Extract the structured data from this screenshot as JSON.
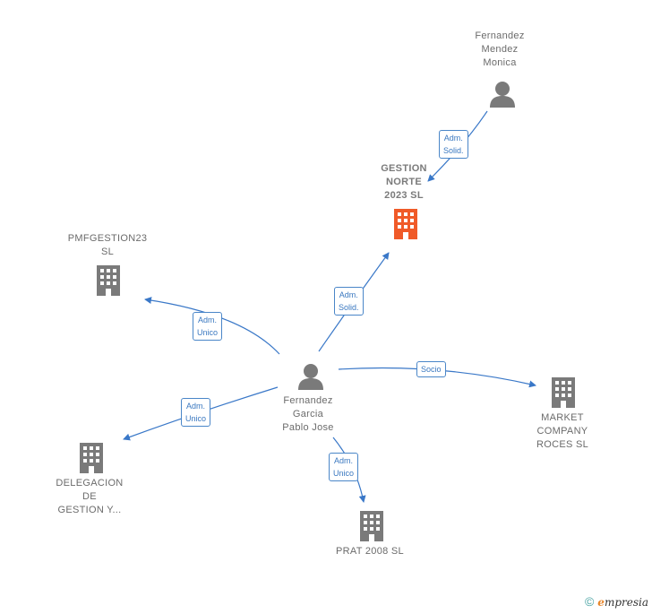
{
  "colors": {
    "edge": "#3a78c8",
    "company": "#7a7a7a",
    "company_highlight": "#f05a28",
    "person": "#7a7a7a"
  },
  "nodes": {
    "fernandez_mendez": {
      "label": "Fernandez\nMendez\nMonica",
      "icon": "person-icon"
    },
    "gestion_norte": {
      "label": "GESTION\nNORTE\n2023  SL",
      "icon": "building-icon"
    },
    "pmfgestion": {
      "label": "PMFGESTION23\nSL",
      "icon": "building-icon"
    },
    "fernandez_garcia": {
      "label": "Fernandez\nGarcia\nPablo Jose",
      "icon": "person-icon"
    },
    "market_company": {
      "label": "MARKET\nCOMPANY\nROCES  SL",
      "icon": "building-icon"
    },
    "delegacion": {
      "label": "DELEGACION\nDE\nGESTION Y...",
      "icon": "building-icon"
    },
    "prat": {
      "label": "PRAT 2008  SL",
      "icon": "building-icon"
    }
  },
  "edges": {
    "mendez_norte": "Adm.\nSolid.",
    "garcia_norte": "Adm.\nSolid.",
    "garcia_pmf": "Adm.\nUnico",
    "garcia_market": "Socio",
    "garcia_delegacion": "Adm.\nUnico",
    "garcia_prat": "Adm.\nUnico"
  },
  "footer": {
    "copyright": "©",
    "brand_initial": "e",
    "brand_rest": "mpresia"
  }
}
